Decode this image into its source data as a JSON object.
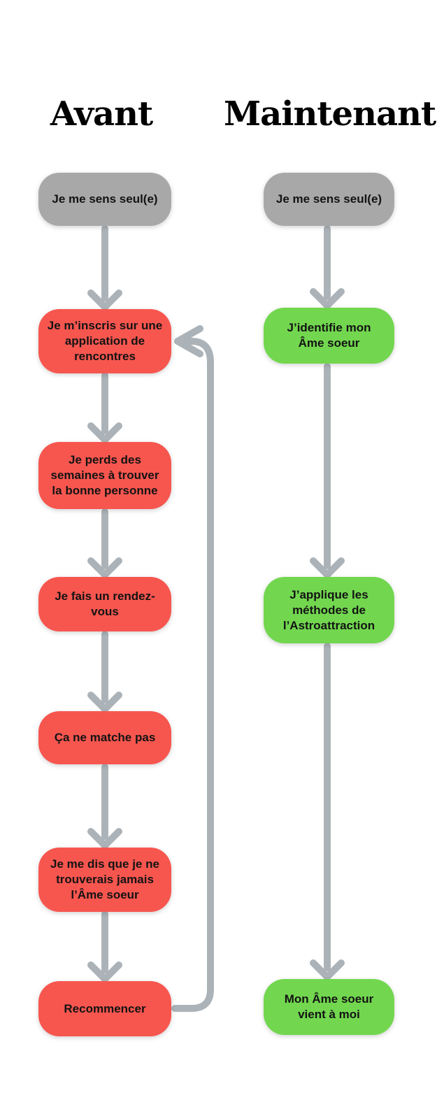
{
  "diagram_title": "Avant / Maintenant flowchart",
  "colors": {
    "bg": "#ffffff",
    "title": "#000000",
    "text": "#131313",
    "neutral": "#a8a8a8",
    "negative": "#f7564f",
    "positive": "#72d74f",
    "arrow": "#acb3b8"
  },
  "columns": [
    {
      "title": "Avant",
      "nodes": [
        {
          "label": "Je me sens seul(e)",
          "type": "neutral"
        },
        {
          "label": "Je m’inscris sur une\napplication de\nrencontres",
          "type": "negative"
        },
        {
          "label": "Je perds des\nsemaines à trouver\nla bonne personne",
          "type": "negative"
        },
        {
          "label": "Je fais un rendez-\nvous",
          "type": "negative"
        },
        {
          "label": "Ça ne matche pas",
          "type": "negative"
        },
        {
          "label": "Je me dis que je ne\ntrouverais jamais\nl’Âme soeur",
          "type": "negative"
        },
        {
          "label": "Recommencer",
          "type": "negative"
        }
      ],
      "edges": [
        [
          0,
          1
        ],
        [
          1,
          2
        ],
        [
          2,
          3
        ],
        [
          3,
          4
        ],
        [
          4,
          5
        ],
        [
          5,
          6
        ]
      ],
      "loop_edge": {
        "from": "Recommencer",
        "to": "Je m’inscris sur une application de rencontres"
      }
    },
    {
      "title": "Maintenant",
      "nodes": [
        {
          "label": "Je me sens seul(e)",
          "type": "neutral"
        },
        {
          "label": "J’identifie mon\nÂme soeur",
          "type": "positive"
        },
        {
          "label": "J’applique les\nméthodes de\nl’Astroattraction",
          "type": "positive"
        },
        {
          "label": "Mon Âme soeur\nvient à moi",
          "type": "positive"
        }
      ],
      "edges": [
        [
          0,
          1
        ],
        [
          1,
          2
        ],
        [
          2,
          3
        ]
      ],
      "loop_edge": null
    }
  ]
}
